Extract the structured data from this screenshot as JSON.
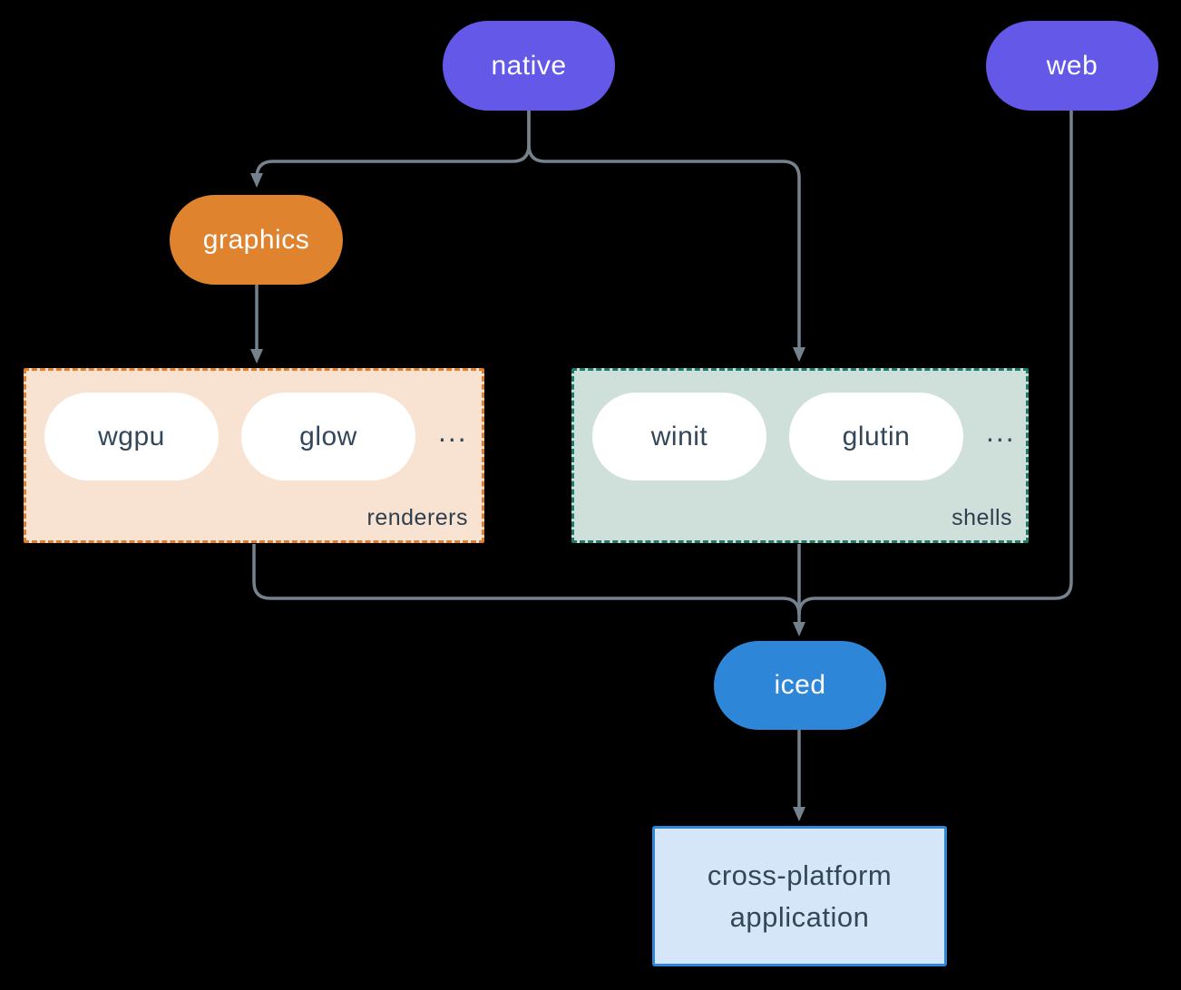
{
  "diagram": {
    "background_color": "#000000",
    "connector_color": "#75828e",
    "nodes": {
      "native": {
        "label": "native",
        "bg": "#6358e8",
        "text_color": "#ffffff"
      },
      "web": {
        "label": "web",
        "bg": "#6358e8",
        "text_color": "#ffffff"
      },
      "graphics": {
        "label": "graphics",
        "bg": "#e0832f",
        "text_color": "#ffffff"
      },
      "iced": {
        "label": "iced",
        "bg": "#2e86d8",
        "text_color": "#ffffff"
      },
      "application": {
        "line1": "cross-platform",
        "line2": "application",
        "bg": "#d4e6f7",
        "border_color": "#2e86d8",
        "text_color": "#33475a"
      }
    },
    "groups": {
      "renderers": {
        "label": "renderers",
        "items": [
          "wgpu",
          "glow"
        ],
        "ellipsis": "...",
        "bg": "#f8e3d3",
        "border_color": "#df7f2e",
        "item_text_color": "#33475a"
      },
      "shells": {
        "label": "shells",
        "items": [
          "winit",
          "glutin"
        ],
        "ellipsis": "...",
        "bg": "#cfe0db",
        "border_color": "#1f7a6a",
        "item_text_color": "#33475a"
      }
    },
    "edges": [
      {
        "from": "native",
        "to": "graphics"
      },
      {
        "from": "native",
        "to": "shells"
      },
      {
        "from": "graphics",
        "to": "renderers"
      },
      {
        "from": "renderers",
        "to": "iced"
      },
      {
        "from": "shells",
        "to": "iced"
      },
      {
        "from": "web",
        "to": "iced"
      },
      {
        "from": "iced",
        "to": "application"
      }
    ]
  }
}
